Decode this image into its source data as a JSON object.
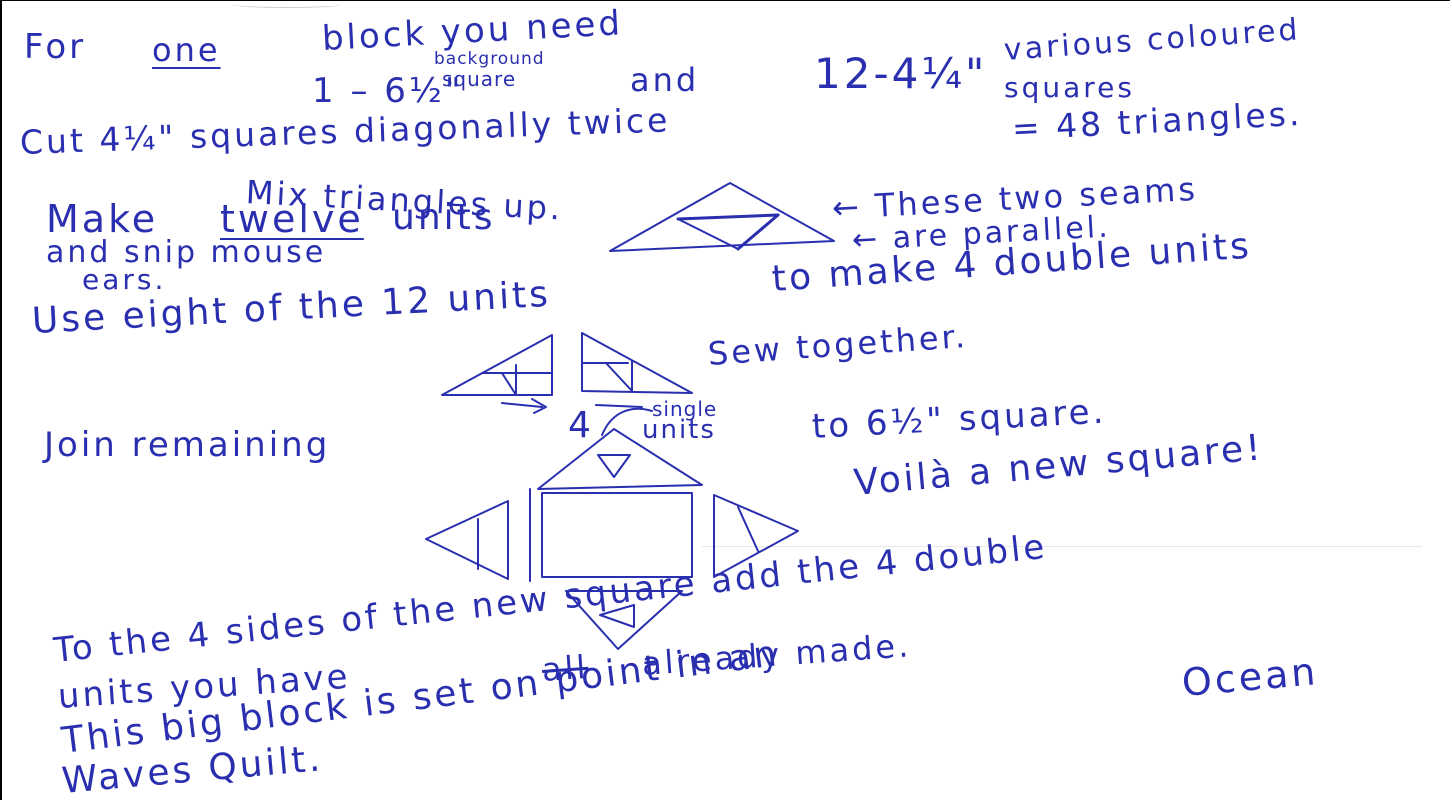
{
  "note": {
    "line1": {
      "for": "For",
      "one": "one",
      "rest": "block you need"
    },
    "line2": {
      "qty": "1 – 6½\"",
      "bg_top": "background",
      "bg_bot": "square",
      "and": "and",
      "qty2": "12-4¼\"",
      "coloured_top": "various coloured",
      "coloured_bot": "squares"
    },
    "line3": {
      "cut": "Cut 4¼\" squares diagonally twice",
      "result": "= 48 triangles."
    },
    "line4": "Mix triangles up.",
    "make_units": {
      "make": "Make",
      "twelve": "twelve",
      "units": "units",
      "line2": "and snip mouse",
      "line3": "ears."
    },
    "seams": {
      "line1": "← These two seams",
      "line2": "← are parallel."
    },
    "use_eight": {
      "left": "Use eight of the 12 units",
      "right": "to make 4 double units"
    },
    "sew": "Sew together.",
    "join": {
      "join": "Join remaining",
      "four": "4",
      "single_top": "single",
      "single_bot": "units",
      "to_square": "to 6½\" square."
    },
    "voila": "Voilà a new square!",
    "final": {
      "line1": "To the 4 sides of the new square add the 4 double",
      "line2_a": "units you have",
      "line2_strike": "all",
      "line2_b": "already made.",
      "line3_a": "This big block is set on point in an",
      "line3_b": "Ocean",
      "line4": "Waves Quilt."
    }
  }
}
